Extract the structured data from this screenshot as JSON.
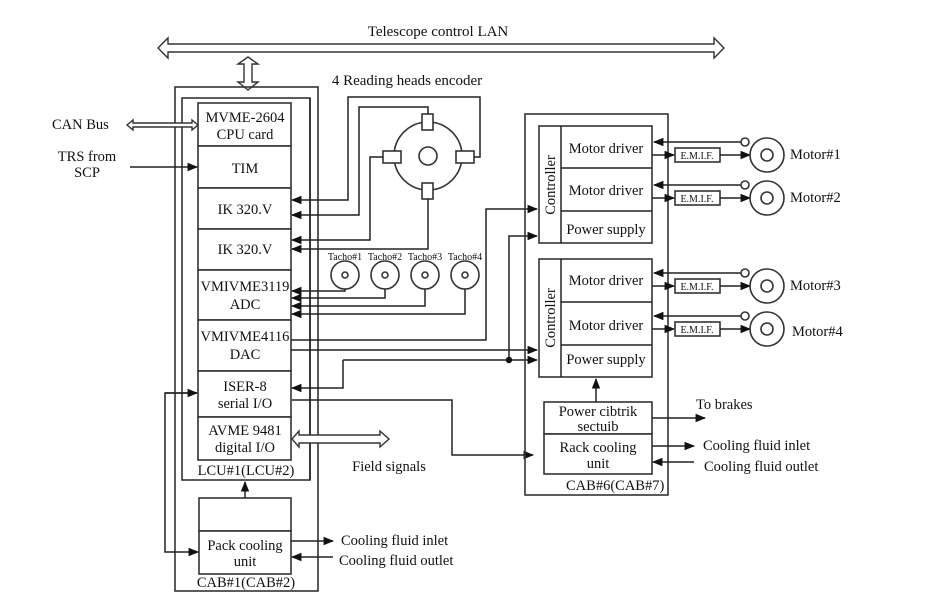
{
  "title": "Telescope control LAN",
  "encoder": {
    "label": "4 Reading heads encoder"
  },
  "left_inputs": {
    "can_bus": "CAN Bus",
    "trs_line1": "TRS from",
    "trs_line2": "SCP"
  },
  "lcu": {
    "label": "LCU#1(LCU#2)",
    "cards": [
      {
        "line1": "MVME-2604",
        "line2": "CPU card"
      },
      {
        "line1": "TIM",
        "line2": ""
      },
      {
        "line1": "IK 320.V",
        "line2": ""
      },
      {
        "line1": "IK 320.V",
        "line2": ""
      },
      {
        "line1": "VMIVME3119",
        "line2": "ADC"
      },
      {
        "line1": "VMIVME4116",
        "line2": "DAC"
      },
      {
        "line1": "ISER-8",
        "line2": "serial I/O"
      },
      {
        "line1": "AVME 9481",
        "line2": "digital I/O"
      }
    ]
  },
  "cab_left": {
    "label": "CAB#1(CAB#2)",
    "cooling_unit_line1": "Pack cooling",
    "cooling_unit_line2": "unit",
    "fluid_inlet": "Cooling fluid inlet",
    "fluid_outlet": "Cooling fluid outlet"
  },
  "field_signals": "Field signals",
  "tachos": [
    "Tacho#1",
    "Tacho#2",
    "Tacho#3",
    "Tacho#4"
  ],
  "cab_right": {
    "label": "CAB#6(CAB#7)",
    "controller_label": "Controller",
    "motor_driver_label": "Motor driver",
    "power_supply_label": "Power supply",
    "emif_label": "E.M.I.F.",
    "motors": [
      "Motor#1",
      "Motor#2",
      "Motor#3",
      "Motor#4"
    ],
    "power_section_line1": "Power cibtrik",
    "power_section_line2": "sectuib",
    "rack_cooling_line1": "Rack cooling",
    "rack_cooling_line2": "unit",
    "to_brakes": "To brakes",
    "fluid_inlet": "Cooling fluid inlet",
    "fluid_outlet": "Cooling fluid outlet"
  }
}
